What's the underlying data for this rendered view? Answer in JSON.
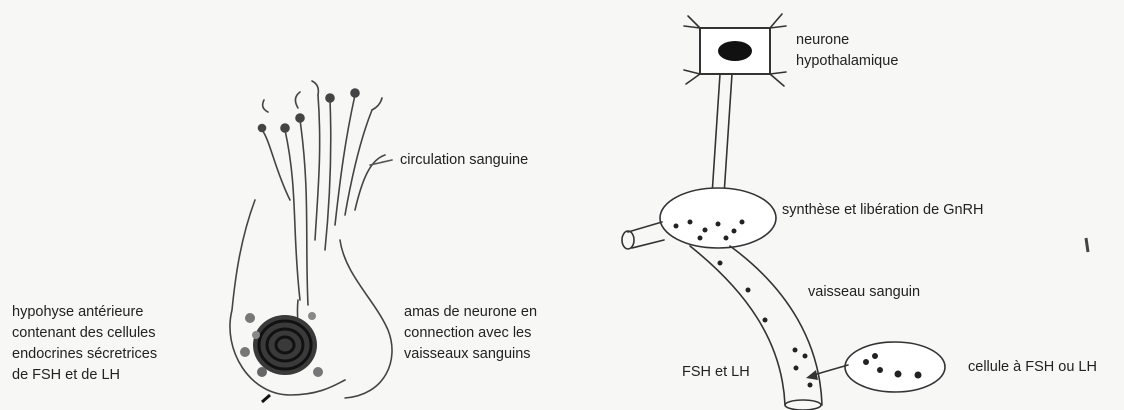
{
  "left_diagram": {
    "label_circulation": "circulation sanguine",
    "label_hypophyse": "hypohyse antérieure\ncontenant des cellules\nendocrines sécretrices\nde FSH et de LH",
    "label_amas": "amas de neurone en\nconnection avec les\nvaisseaux sanguins"
  },
  "right_diagram": {
    "label_neurone": "neurone\nhypothalamique",
    "label_synthese": "synthèse et libération de GnRH",
    "label_vaisseau": "vaisseau sanguin",
    "label_fsh_lh": "FSH et LH",
    "label_cellule": "cellule à FSH ou LH"
  }
}
